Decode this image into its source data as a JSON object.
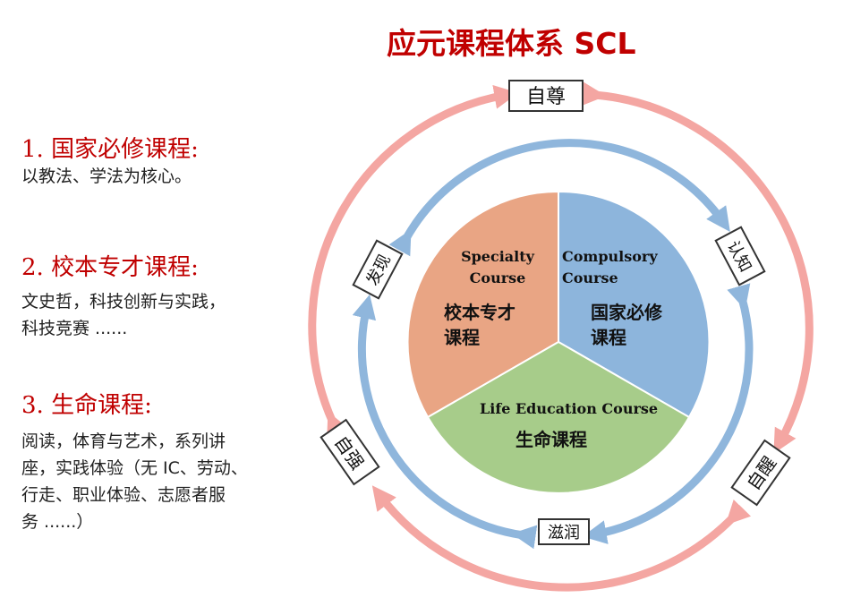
{
  "title": "应元课程体系 SCL",
  "sections": [
    {
      "heading": "1. 国家必修课程:",
      "lines": [
        "以教法、学法为核心。"
      ]
    },
    {
      "heading": "2. 校本专才课程:",
      "lines": [
        "文史哲，科技创新与实践，",
        "科技竞赛 ......"
      ]
    },
    {
      "heading": "3. 生命课程:",
      "lines": [
        "阅读，体育与艺术，系列讲",
        "座，实践体验（无 IC、劳动、",
        "行走、职业体验、志愿者服",
        "务 ......）"
      ]
    }
  ],
  "pie": {
    "specialty": {
      "en1": "Specialty",
      "en2": "Course",
      "zh1": "校本专才",
      "zh2": "课程",
      "color": "#e9a584"
    },
    "compulsory": {
      "en1": "Compulsory",
      "en2": "Course",
      "zh1": "国家必修",
      "zh2": "课程",
      "color": "#8db5dc"
    },
    "life": {
      "en": "Life  Education Course",
      "zh": "生命课程",
      "color": "#a7cc8a"
    }
  },
  "ring_labels": {
    "top": "自尊",
    "right_upper": "认知",
    "right_lower": "自醒",
    "bottom": "滋润",
    "left_lower": "自强",
    "left_upper": "发现"
  },
  "colors": {
    "title": "#c00000",
    "outer_ring": "#f4a6a2",
    "inner_ring": "#8fb6dc"
  }
}
